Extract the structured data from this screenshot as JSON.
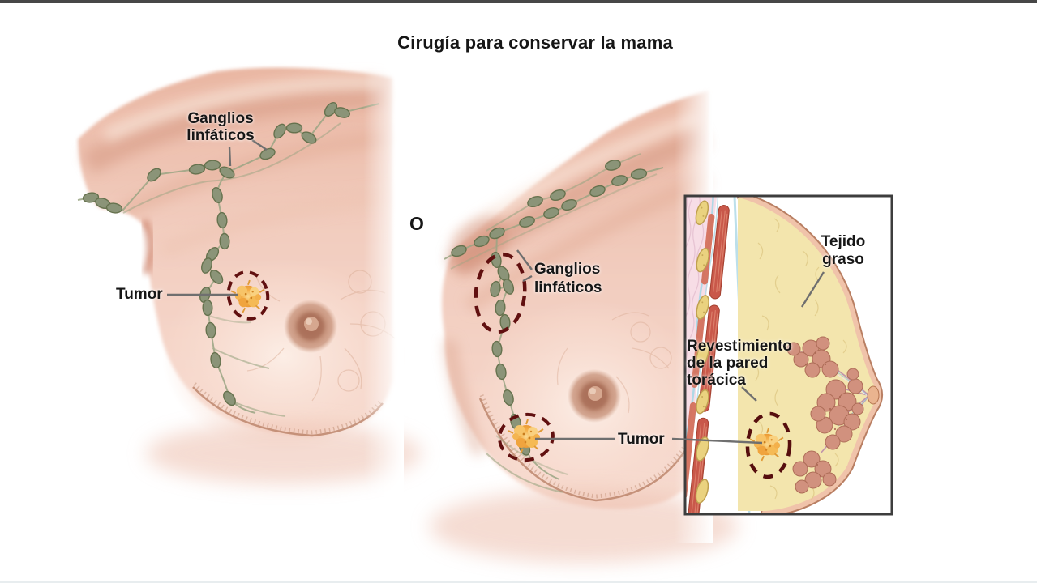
{
  "title": "Cirugía para conservar la mama",
  "or_separator": "O",
  "labels": {
    "left_lymph_line1": "Ganglios",
    "left_lymph_line2": "linfáticos",
    "left_tumor": "Tumor",
    "right_lymph_line1": "Ganglios",
    "right_lymph_line2": "linfáticos",
    "right_tumor": "Tumor",
    "inset_fatty_line1": "Tejido",
    "inset_fatty_line2": "graso",
    "inset_chest_line1": "Revestimiento",
    "inset_chest_line2": "de la pared",
    "inset_chest_line3": "torácica"
  },
  "colors": {
    "skin": "#f2cdbf",
    "lymph_node": "#8b9478",
    "tumor": "#f4b14c",
    "biopsy_ring": "#611010",
    "fat_tissue": "#f3e5ad",
    "gland_tissue": "#d1917e",
    "muscle": "#c9584a",
    "rib": "#ead27f",
    "title_text": "#161616"
  }
}
